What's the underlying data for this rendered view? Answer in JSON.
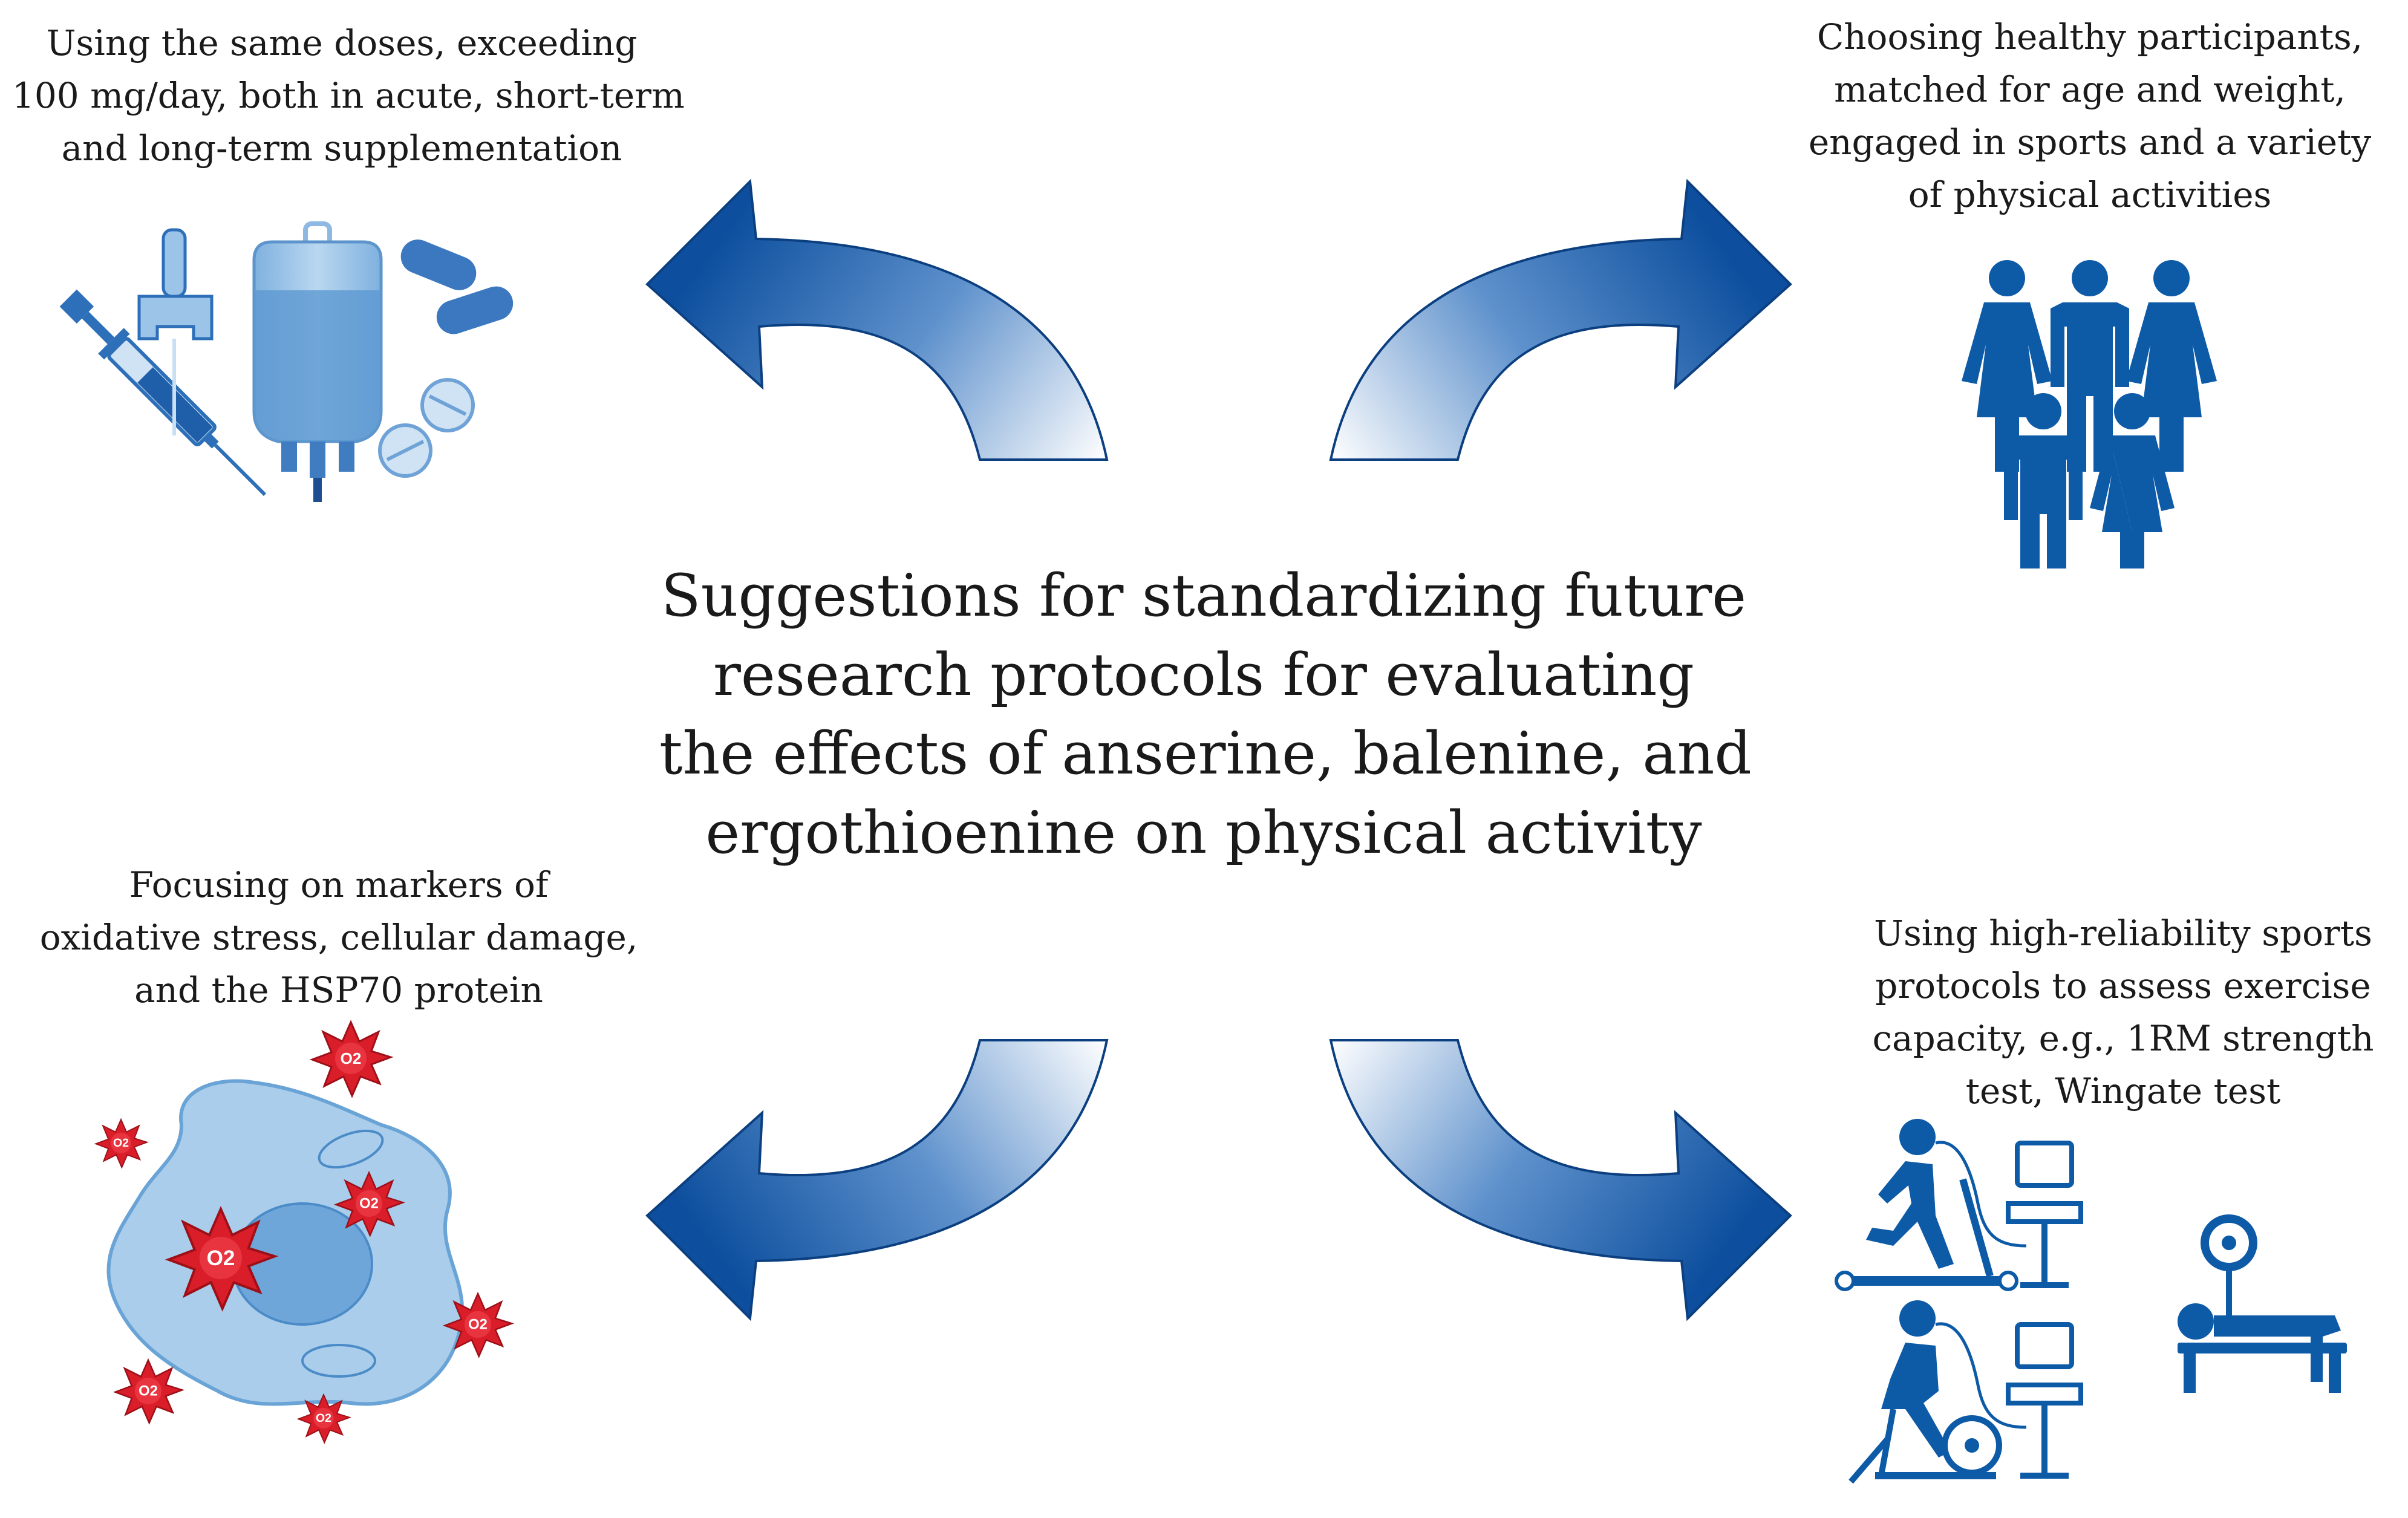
{
  "center_title": {
    "lines": [
      "Suggestions for standardizing future",
      "research protocols for evaluating",
      "the effects of anserine, balenine, and",
      "ergothioenine on physical activity"
    ]
  },
  "top_left": {
    "lines": [
      "Using the same doses, exceeding",
      "100 mg/day, both in acute, short-term",
      "and long-term supplementation"
    ],
    "icon": "medication-doses-icon"
  },
  "top_right": {
    "lines": [
      "Choosing healthy participants,",
      "matched for age and weight,",
      "engaged in sports and a variety",
      "of physical activities"
    ],
    "icon": "participants-group-icon"
  },
  "bottom_left": {
    "lines": [
      "Focusing on markers of",
      "oxidative stress, cellular damage,",
      "and the HSP70 protein"
    ],
    "icon": "oxidative-stress-cell-icon",
    "radical_label": "O2"
  },
  "bottom_right": {
    "lines": [
      "Using high-reliability sports",
      "protocols to assess exercise",
      "capacity, e.g., 1RM strength",
      "test, Wingate test"
    ],
    "icon": "exercise-testing-icon"
  },
  "colors": {
    "arrow_dark": "#0d4f9e",
    "arrow_light": "#ffffff",
    "icon_blue": "#0d5aa7",
    "cell_fill": "#a9cdea",
    "radical_red": "#d91e2a"
  }
}
